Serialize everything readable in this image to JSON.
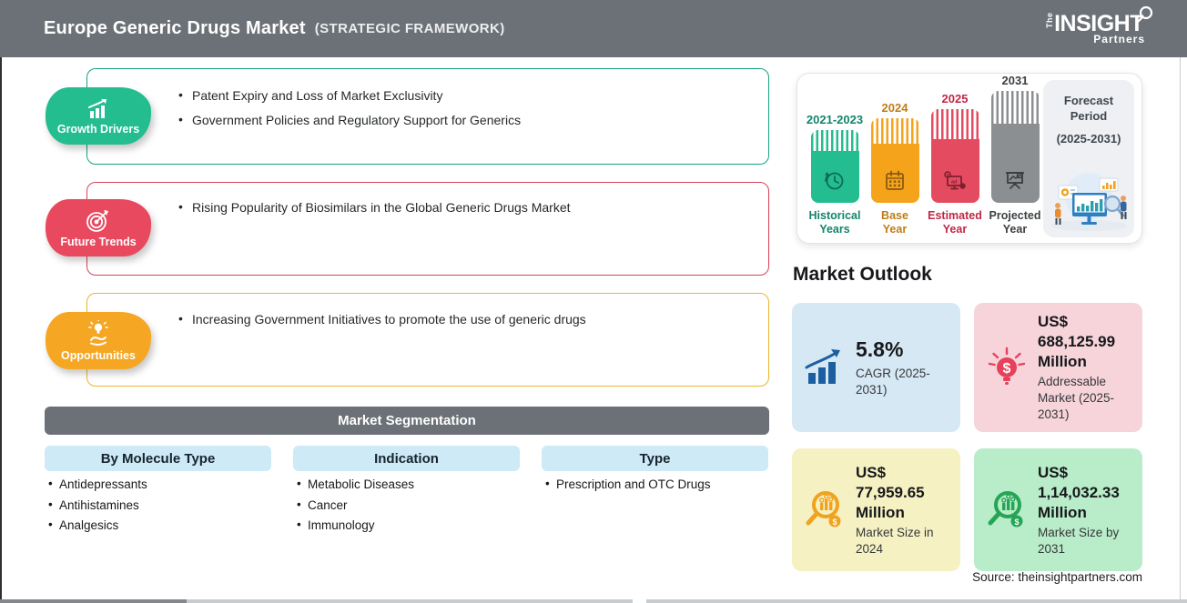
{
  "header": {
    "title": "Europe Generic Drugs Market",
    "subtitle": "(STRATEGIC FRAMEWORK)",
    "logo": {
      "the": "The",
      "name": "INSIGHT",
      "partners": "Partners"
    }
  },
  "drivers": [
    {
      "label": "Growth Drivers",
      "icon": "growth-chart-icon",
      "color": "#24BD90",
      "items": [
        "Patent Expiry and Loss of Market Exclusivity",
        "Government Policies and Regulatory Support for Generics"
      ]
    },
    {
      "label": "Future Trends",
      "icon": "target-dart-icon",
      "color": "#E8495F",
      "items": [
        "Rising Popularity of Biosimilars in the Global Generic Drugs Market"
      ]
    },
    {
      "label": "Opportunities",
      "icon": "idea-hand-icon",
      "color": "#F5A623",
      "items": [
        "Increasing Government Initiatives to promote the use of generic drugs"
      ]
    }
  ],
  "segmentation": {
    "title": "Market Segmentation",
    "columns": [
      {
        "header": "By Molecule Type",
        "items": [
          "Antidepressants",
          "Antihistamines",
          "Analgesics"
        ]
      },
      {
        "header": "Indication",
        "items": [
          "Metabolic Diseases",
          "Cancer",
          "Immunology"
        ]
      },
      {
        "header": "Type",
        "items": [
          "Prescription and OTC Drugs"
        ]
      }
    ]
  },
  "timeline": {
    "bars": [
      {
        "year": "2021-2023",
        "name_line1": "Historical",
        "name_line2": "Years",
        "color": "#24BD90",
        "icon": "history-clock-icon"
      },
      {
        "year": "2024",
        "name_line1": "Base",
        "name_line2": "Year",
        "color": "#F6A31C",
        "icon": "calendar-icon"
      },
      {
        "year": "2025",
        "name_line1": "Estimated",
        "name_line2": "Year",
        "color": "#E54B60",
        "icon": "computer-gear-icon"
      },
      {
        "year": "2031",
        "name_line1": "Projected",
        "name_line2": "Year",
        "color": "#8C8F92",
        "icon": "projection-screen-icon"
      }
    ],
    "forecast": {
      "line1": "Forecast Period",
      "line2": "(2025-2031)"
    }
  },
  "market_outlook": {
    "title": "Market Outlook",
    "cards": [
      {
        "value": "5.8%",
        "desc": "CAGR (2025-2031)",
        "bg": "#D6E8F4",
        "icon": "growth-bars-arrow-icon",
        "accent": "#1C5FA0"
      },
      {
        "value": "US$ 688,125.99 Million",
        "desc": "Addressable Market (2025-2031)",
        "bg": "#F6D4DA",
        "icon": "bulb-dollar-icon",
        "accent": "#E8405A"
      },
      {
        "value": "US$ 77,959.65 Million",
        "desc": "Market Size in 2024",
        "bg": "#F6F1C2",
        "icon": "magnifier-chart-icon",
        "accent": "#F0A320"
      },
      {
        "value": "US$ 1,14,032.33 Million",
        "desc": "Market Size by 2031",
        "bg": "#B9ECC9",
        "icon": "magnifier-chart-icon",
        "accent": "#27A556"
      }
    ]
  },
  "source": "Source: theinsightpartners.com"
}
